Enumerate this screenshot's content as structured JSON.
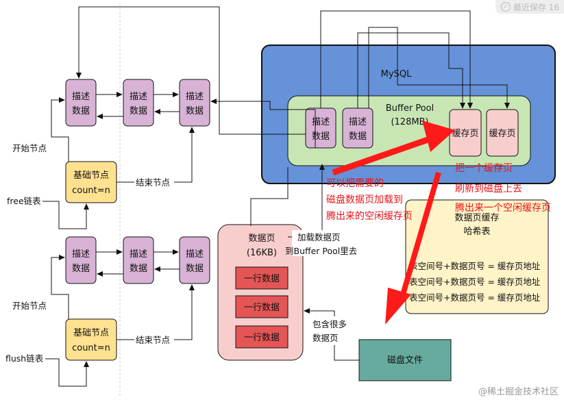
{
  "save_status": "最近保存 16",
  "watermark": "@稀土掘金技术社区",
  "mysql": {
    "title": "MySQL",
    "buffer_pool_title": "Buffer Pool",
    "buffer_pool_size": "(128MB)",
    "desc_nodes": [
      [
        "描述",
        "数据"
      ],
      [
        "描述",
        "数据"
      ]
    ],
    "cache_pages": [
      "缓存页",
      "缓存页"
    ]
  },
  "free_list": {
    "label": "free链表",
    "start_label": "开始节点",
    "end_label": "结束节点",
    "base_node": [
      "基础节点",
      "count=n"
    ],
    "desc_nodes": [
      [
        "描述",
        "数据"
      ],
      [
        "描述",
        "数据"
      ],
      [
        "描述",
        "数据"
      ]
    ]
  },
  "flush_list": {
    "label": "flush链表",
    "start_label": "开始节点",
    "end_label": "结束节点",
    "base_node": [
      "基础节点",
      "count=n"
    ],
    "desc_nodes": [
      [
        "描述",
        "数据"
      ],
      [
        "描述",
        "数据"
      ],
      [
        "描述",
        "数据"
      ]
    ]
  },
  "data_page": {
    "title": "数据页",
    "size": "(16KB)",
    "rows": [
      "一行数据",
      "一行数据",
      "一行数据"
    ],
    "load_label": [
      "加载数据页",
      "到Buffer Pool里去"
    ]
  },
  "disk_file": {
    "label": "磁盘文件",
    "contains_label": [
      "包含很多",
      "数据页"
    ]
  },
  "hash_table": {
    "title": [
      "数据页缓存",
      "哈希表"
    ],
    "entries": [
      "表空间号+数据页号 = 缓存页地址",
      "表空间号+数据页号 = 缓存页地址",
      "表空间号+数据页号 = 缓存页地址"
    ]
  },
  "annotations": {
    "load_disk_page": [
      "可以把需要的",
      "磁盘数据页加载到",
      "腾出来的空闲缓存页"
    ],
    "flush_cache_page": [
      "把一个缓存页",
      "刷新到磁盘上去",
      "腾出来一个空闲缓存页"
    ]
  },
  "colors": {
    "mysql_bg": "#6592d8",
    "buffer_pool_bg": "#c8e6b4",
    "desc_node": "#d8b3d6",
    "cache_page": "#f8cecc",
    "base_node": "#ffe190",
    "hash_bg": "#fff3c8",
    "data_page_bg": "#f8cecc",
    "row_bg": "#e45656",
    "disk_bg": "#67ab9f",
    "red_arrow": "#ff1a1a"
  }
}
